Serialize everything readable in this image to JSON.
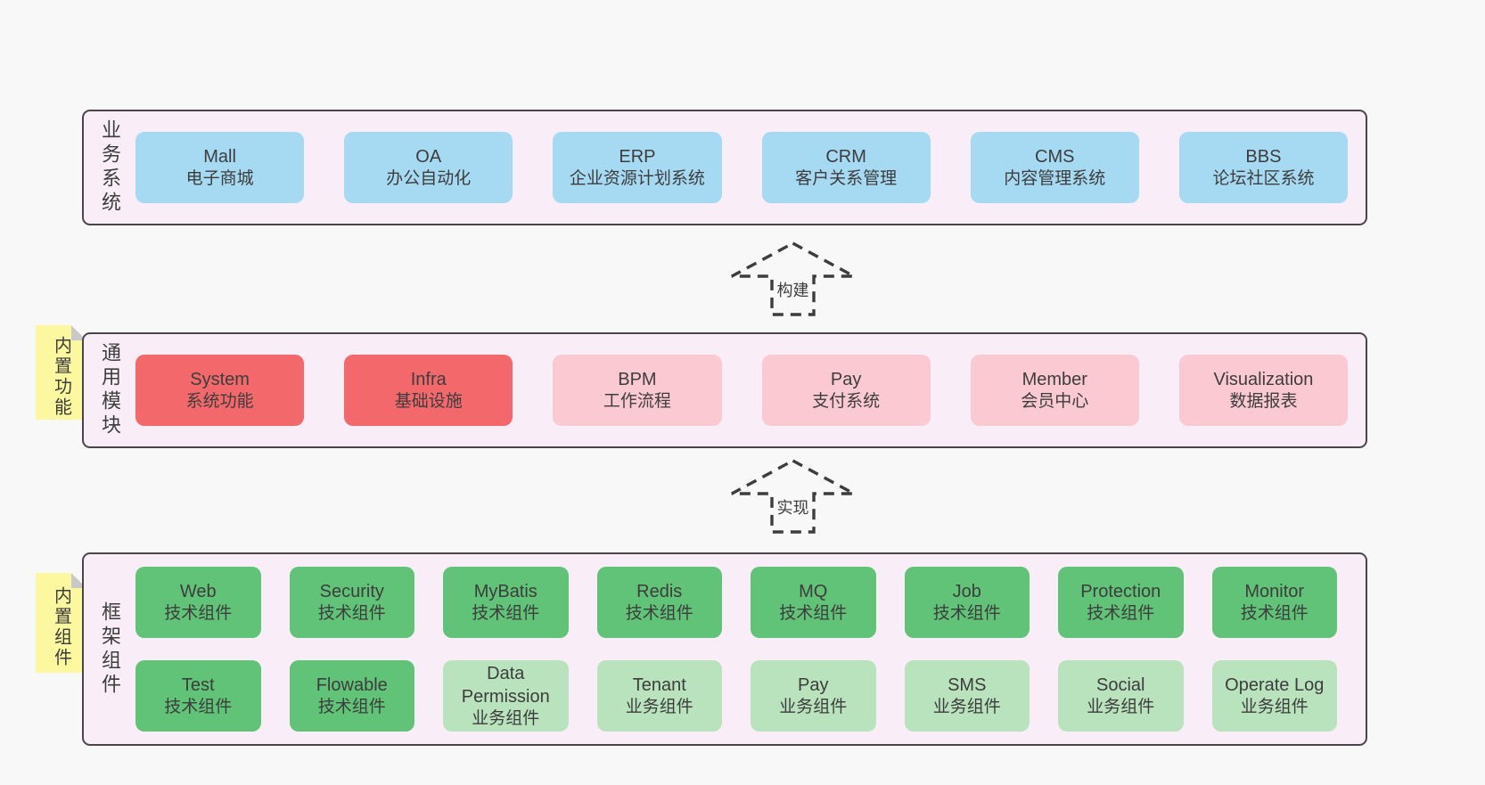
{
  "colors": {
    "page_bg": "#f8f8f8",
    "panel_bg": "#f9eef7",
    "panel_border": "#49454b",
    "text": "#3d3d3d",
    "arrow_line": "#3d3d3d",
    "blue": "#a6d9f2",
    "red": "#f3696b",
    "pink": "#fac9d2",
    "green_dark": "#60c377",
    "green_light": "#b9e3bd",
    "sticky_yellow": "#fbf8a0",
    "sticky_fold": "#c9c9c9"
  },
  "stickies": [
    {
      "text": "内置功能"
    },
    {
      "text": "内置组件"
    }
  ],
  "arrows": [
    {
      "label": "构建"
    },
    {
      "label": "实现"
    }
  ],
  "layers": [
    {
      "id": "business",
      "label": "业务系统",
      "boxes": [
        {
          "name": "Mall",
          "desc": "电子商城",
          "variant": "blue"
        },
        {
          "name": "OA",
          "desc": "办公自动化",
          "variant": "blue"
        },
        {
          "name": "ERP",
          "desc": "企业资源计划系统",
          "variant": "blue"
        },
        {
          "name": "CRM",
          "desc": "客户关系管理",
          "variant": "blue"
        },
        {
          "name": "CMS",
          "desc": "内容管理系统",
          "variant": "blue"
        },
        {
          "name": "BBS",
          "desc": "论坛社区系统",
          "variant": "blue"
        }
      ]
    },
    {
      "id": "modules",
      "label": "通用模块",
      "boxes": [
        {
          "name": "System",
          "desc": "系统功能",
          "variant": "red"
        },
        {
          "name": "Infra",
          "desc": "基础设施",
          "variant": "red"
        },
        {
          "name": "BPM",
          "desc": "工作流程",
          "variant": "pink"
        },
        {
          "name": "Pay",
          "desc": "支付系统",
          "variant": "pink"
        },
        {
          "name": "Member",
          "desc": "会员中心",
          "variant": "pink"
        },
        {
          "name": "Visualization",
          "desc": "数据报表",
          "variant": "pink"
        }
      ]
    },
    {
      "id": "components",
      "label": "框架组件",
      "rows": [
        [
          {
            "name": "Web",
            "desc": "技术组件",
            "variant": "green-dark"
          },
          {
            "name": "Security",
            "desc": "技术组件",
            "variant": "green-dark"
          },
          {
            "name": "MyBatis",
            "desc": "技术组件",
            "variant": "green-dark"
          },
          {
            "name": "Redis",
            "desc": "技术组件",
            "variant": "green-dark"
          },
          {
            "name": "MQ",
            "desc": "技术组件",
            "variant": "green-dark"
          },
          {
            "name": "Job",
            "desc": "技术组件",
            "variant": "green-dark"
          },
          {
            "name": "Protection",
            "desc": "技术组件",
            "variant": "green-dark"
          },
          {
            "name": "Monitor",
            "desc": "技术组件",
            "variant": "green-dark"
          }
        ],
        [
          {
            "name": "Test",
            "desc": "技术组件",
            "variant": "green-dark"
          },
          {
            "name": "Flowable",
            "desc": "技术组件",
            "variant": "green-dark"
          },
          {
            "name": "Data Permission",
            "desc": "业务组件",
            "variant": "green-light"
          },
          {
            "name": "Tenant",
            "desc": "业务组件",
            "variant": "green-light"
          },
          {
            "name": "Pay",
            "desc": "业务组件",
            "variant": "green-light"
          },
          {
            "name": "SMS",
            "desc": "业务组件",
            "variant": "green-light"
          },
          {
            "name": "Social",
            "desc": "业务组件",
            "variant": "green-light"
          },
          {
            "name": "Operate Log",
            "desc": "业务组件",
            "variant": "green-light"
          }
        ]
      ]
    }
  ]
}
